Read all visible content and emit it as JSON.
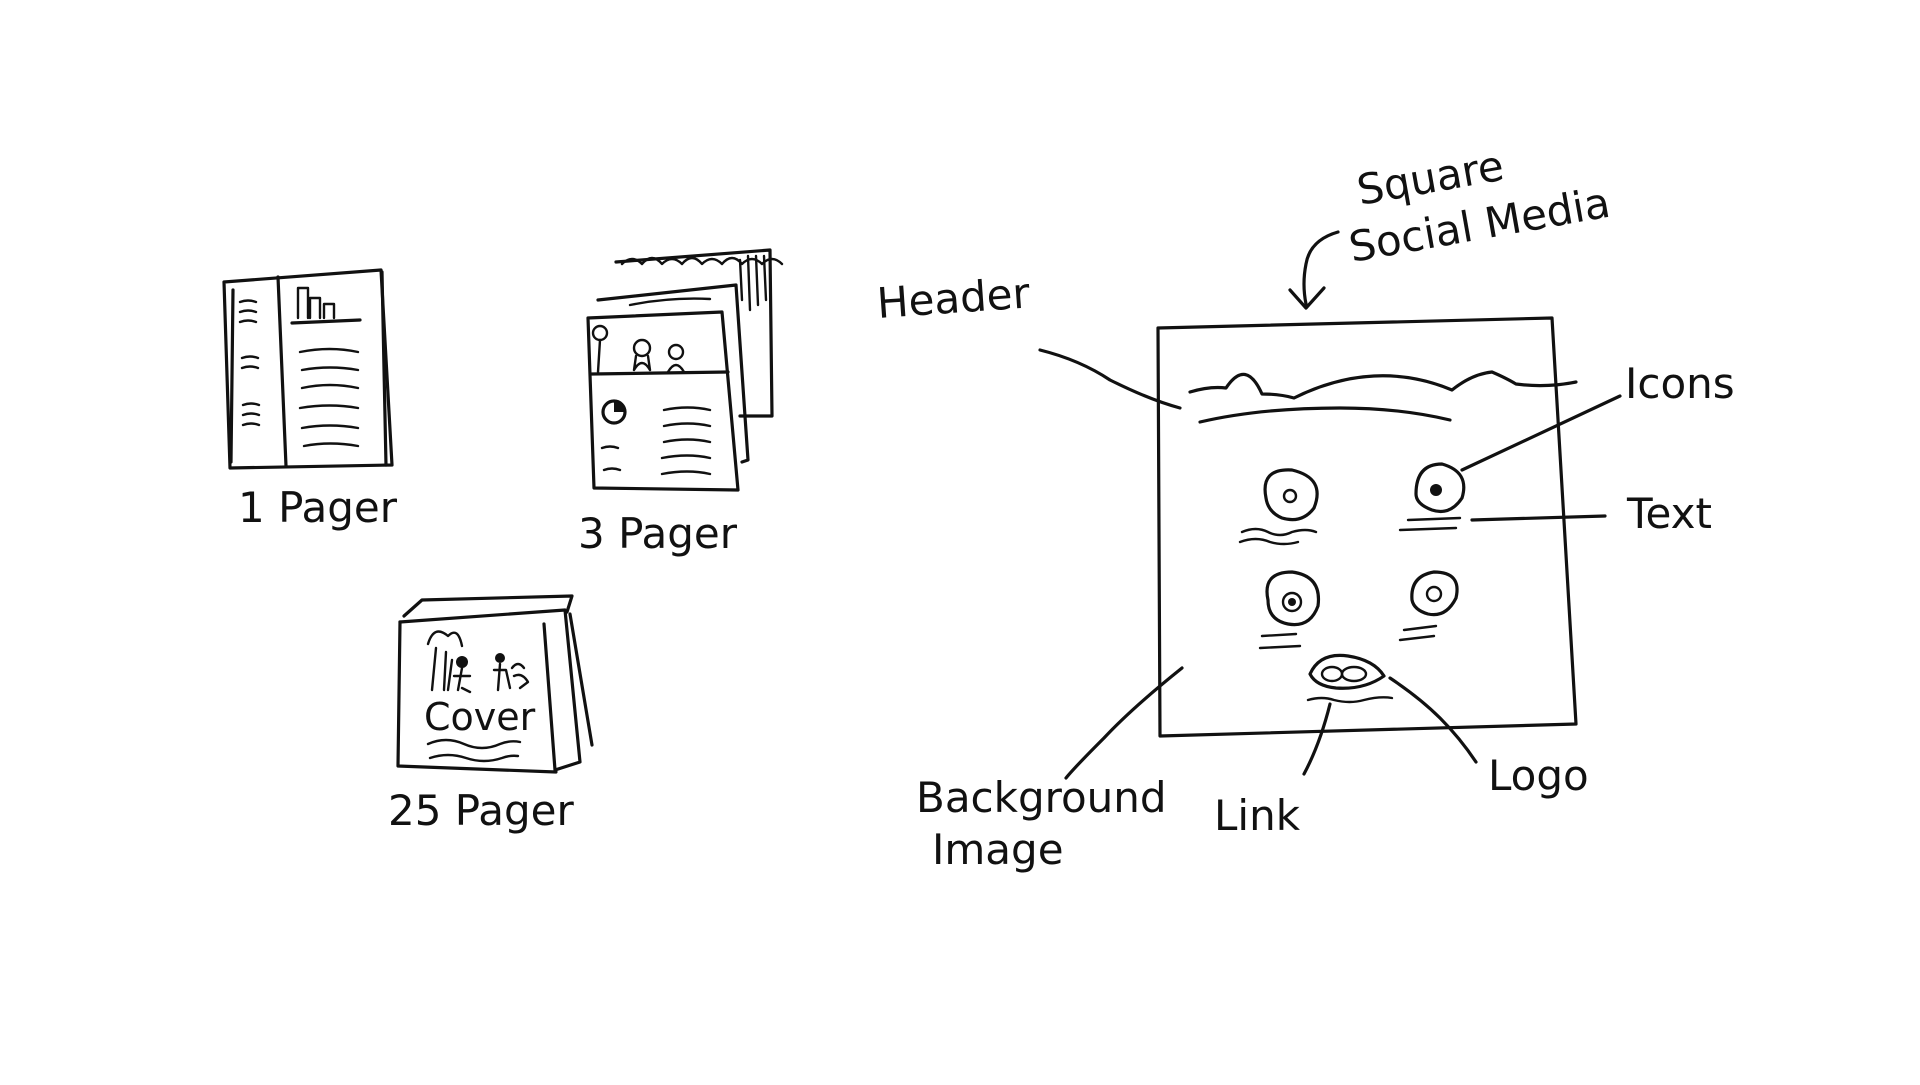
{
  "sketch": {
    "formats": {
      "one_pager": "1 Pager",
      "three_pager": "3 Pager",
      "twentyfive_pager": "25 Pager",
      "cover_text": "Cover"
    },
    "social": {
      "title_line1": "Square",
      "title_line2": "Social Media",
      "header": "Header",
      "icons": "Icons",
      "text": "Text",
      "background_line1": "Background",
      "background_line2": "Image",
      "link": "Link",
      "logo": "Logo"
    }
  },
  "colors": {
    "ink": "#111111",
    "paper": "#ffffff"
  }
}
